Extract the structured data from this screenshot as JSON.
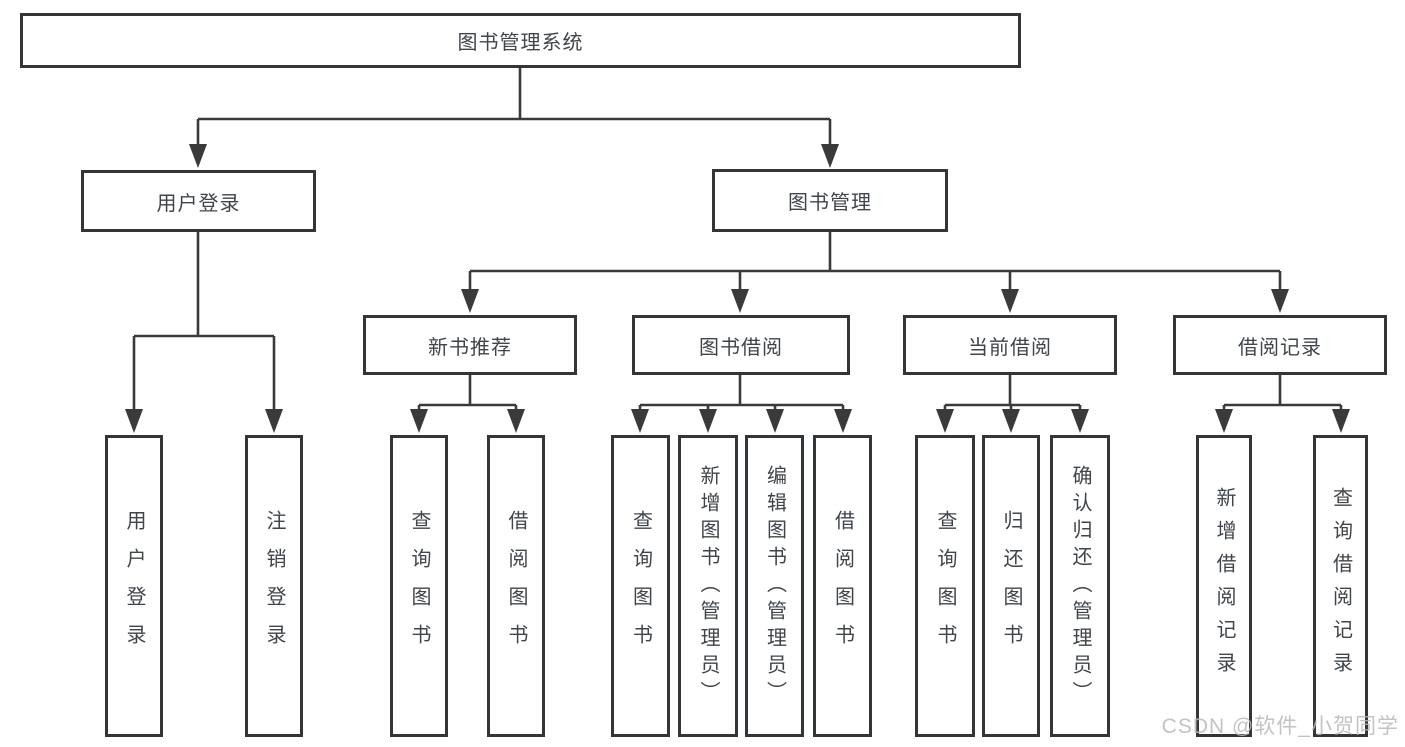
{
  "tree": {
    "label": "图书管理系统",
    "children": [
      {
        "label": "用户登录",
        "children": [
          {
            "label": "用户登录"
          },
          {
            "label": "注销登录"
          }
        ]
      },
      {
        "label": "图书管理",
        "children": [
          {
            "label": "新书推荐",
            "children": [
              {
                "label": "查询图书"
              },
              {
                "label": "借阅图书"
              }
            ]
          },
          {
            "label": "图书借阅",
            "children": [
              {
                "label": "查询图书"
              },
              {
                "label": "新增图书（管理员）"
              },
              {
                "label": "编辑图书（管理员）"
              },
              {
                "label": "借阅图书"
              }
            ]
          },
          {
            "label": "当前借阅",
            "children": [
              {
                "label": "查询图书"
              },
              {
                "label": "归还图书"
              },
              {
                "label": "确认归还（管理员）"
              }
            ]
          },
          {
            "label": "借阅记录",
            "children": [
              {
                "label": "新增借阅记录"
              },
              {
                "label": "查询借阅记录"
              }
            ]
          }
        ]
      }
    ]
  },
  "watermark": "CSDN @软件_小贺同学",
  "colors": {
    "line": "#3a3a3a",
    "box-border": "#333639",
    "text": "#3f454b",
    "watermark": "#b9b9b9"
  }
}
